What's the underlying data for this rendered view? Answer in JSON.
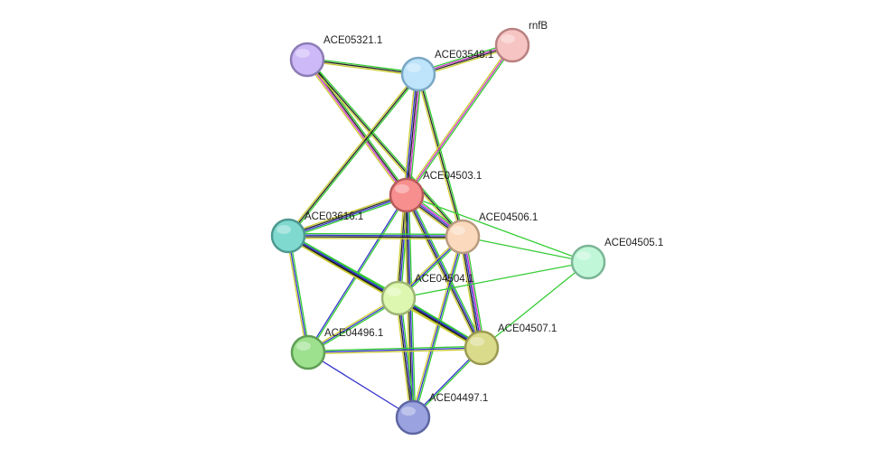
{
  "nodes": [
    {
      "id": "ACE05321.1",
      "label": "ACE05321.1",
      "color": "#cdb9f7",
      "stroke": "#8b7bb5"
    },
    {
      "id": "ACE03548.1",
      "label": "ACE03548.1",
      "color": "#bde4fb",
      "stroke": "#7aa7c4"
    },
    {
      "id": "rnfB",
      "label": "rnfB",
      "color": "#f7c4c4",
      "stroke": "#b98181"
    },
    {
      "id": "ACE04503.1",
      "label": "ACE04503.1",
      "color": "#f78f8f",
      "stroke": "#b55a5a"
    },
    {
      "id": "ACE03616.1",
      "label": "ACE03616.1",
      "color": "#7fd9cf",
      "stroke": "#4d9990"
    },
    {
      "id": "ACE04506.1",
      "label": "ACE04506.1",
      "color": "#fbd9bd",
      "stroke": "#b99b80"
    },
    {
      "id": "ACE04505.1",
      "label": "ACE04505.1",
      "color": "#c0f7d8",
      "stroke": "#7bb596"
    },
    {
      "id": "ACE04504.1",
      "label": "ACE04504.1",
      "color": "#def7b0",
      "stroke": "#9cb573"
    },
    {
      "id": "ACE04496.1",
      "label": "ACE04496.1",
      "color": "#9de08e",
      "stroke": "#5f9e54"
    },
    {
      "id": "ACE04507.1",
      "label": "ACE04507.1",
      "color": "#dbdb8c",
      "stroke": "#9a9a52"
    },
    {
      "id": "ACE04497.1",
      "label": "ACE04497.1",
      "color": "#9aa3e0",
      "stroke": "#5e66a3"
    }
  ],
  "edges": [
    {
      "source": "ACE05321.1",
      "target": "ACE03548.1",
      "colors": [
        "#33cc33",
        "#222222",
        "#cccc33"
      ]
    },
    {
      "source": "ACE05321.1",
      "target": "ACE04503.1",
      "colors": [
        "#33cc33",
        "#222222",
        "#cc33cc",
        "#cccc33"
      ]
    },
    {
      "source": "ACE05321.1",
      "target": "ACE04506.1",
      "colors": [
        "#33cc33",
        "#222222",
        "#cccc33"
      ]
    },
    {
      "source": "ACE03548.1",
      "target": "rnfB",
      "colors": [
        "#33cc33",
        "#cc33cc",
        "#222222",
        "#cccc33"
      ]
    },
    {
      "source": "ACE03548.1",
      "target": "ACE04503.1",
      "colors": [
        "#33cc33",
        "#cc33cc",
        "#222222",
        "#3333cc",
        "#cccc33"
      ]
    },
    {
      "source": "ACE03548.1",
      "target": "ACE03616.1",
      "colors": [
        "#33cc33",
        "#222222",
        "#cccc33"
      ]
    },
    {
      "source": "ACE03548.1",
      "target": "ACE04506.1",
      "colors": [
        "#33cc33",
        "#222222",
        "#cccc33"
      ]
    },
    {
      "source": "rnfB",
      "target": "ACE04503.1",
      "colors": [
        "#33cc33",
        "#cc33cc",
        "#cccc33"
      ]
    },
    {
      "source": "ACE04503.1",
      "target": "ACE03616.1",
      "colors": [
        "#33cc33",
        "#3333cc",
        "#222222",
        "#cccc33"
      ]
    },
    {
      "source": "ACE04503.1",
      "target": "ACE04506.1",
      "colors": [
        "#33cc33",
        "#cc33cc",
        "#3333cc",
        "#222222",
        "#cccc33"
      ]
    },
    {
      "source": "ACE04503.1",
      "target": "ACE04505.1",
      "colors": [
        "#33cc33"
      ]
    },
    {
      "source": "ACE04503.1",
      "target": "ACE04504.1",
      "colors": [
        "#33cc33",
        "#3333cc",
        "#222222",
        "#cccc33"
      ]
    },
    {
      "source": "ACE04503.1",
      "target": "ACE04507.1",
      "colors": [
        "#33cc33",
        "#3333cc",
        "#222222",
        "#cccc33"
      ]
    },
    {
      "source": "ACE04503.1",
      "target": "ACE04496.1",
      "colors": [
        "#33cc33",
        "#3333cc"
      ]
    },
    {
      "source": "ACE04503.1",
      "target": "ACE04497.1",
      "colors": [
        "#33cc33",
        "#3333cc",
        "#222222",
        "#cccc33"
      ]
    },
    {
      "source": "ACE03616.1",
      "target": "ACE04506.1",
      "colors": [
        "#33cc33",
        "#3333cc",
        "#222222",
        "#cccc33"
      ]
    },
    {
      "source": "ACE03616.1",
      "target": "ACE04504.1",
      "colors": [
        "#33cc33",
        "#3333cc",
        "#222222",
        "#cccc33"
      ]
    },
    {
      "source": "ACE03616.1",
      "target": "ACE04507.1",
      "colors": [
        "#33cc33",
        "#3333cc",
        "#222222",
        "#cccc33"
      ]
    },
    {
      "source": "ACE03616.1",
      "target": "ACE04496.1",
      "colors": [
        "#33cc33",
        "#3333cc",
        "#cccc33"
      ]
    },
    {
      "source": "ACE04506.1",
      "target": "ACE04505.1",
      "colors": [
        "#33cc33"
      ]
    },
    {
      "source": "ACE04506.1",
      "target": "ACE04504.1",
      "colors": [
        "#33cc33",
        "#3333cc",
        "#cccc33"
      ]
    },
    {
      "source": "ACE04506.1",
      "target": "ACE04507.1",
      "colors": [
        "#33cc33",
        "#cc33cc",
        "#3333cc",
        "#222222",
        "#cccc33"
      ]
    },
    {
      "source": "ACE04506.1",
      "target": "ACE04497.1",
      "colors": [
        "#33cc33",
        "#3333cc",
        "#cccc33"
      ]
    },
    {
      "source": "ACE04505.1",
      "target": "ACE04504.1",
      "colors": [
        "#33cc33"
      ]
    },
    {
      "source": "ACE04505.1",
      "target": "ACE04507.1",
      "colors": [
        "#33cc33"
      ]
    },
    {
      "source": "ACE04504.1",
      "target": "ACE04507.1",
      "colors": [
        "#33cc33",
        "#3333cc",
        "#222222",
        "#cccc33"
      ]
    },
    {
      "source": "ACE04504.1",
      "target": "ACE04496.1",
      "colors": [
        "#33cc33",
        "#3333cc",
        "#cccc33"
      ]
    },
    {
      "source": "ACE04504.1",
      "target": "ACE04497.1",
      "colors": [
        "#33cc33",
        "#3333cc",
        "#222222",
        "#cccc33"
      ]
    },
    {
      "source": "ACE04496.1",
      "target": "ACE04507.1",
      "colors": [
        "#33cc33",
        "#3333cc",
        "#cccc33"
      ]
    },
    {
      "source": "ACE04496.1",
      "target": "ACE04497.1",
      "colors": [
        "#3333cc"
      ]
    },
    {
      "source": "ACE04507.1",
      "target": "ACE04497.1",
      "colors": [
        "#33cc33",
        "#3333cc"
      ]
    }
  ]
}
